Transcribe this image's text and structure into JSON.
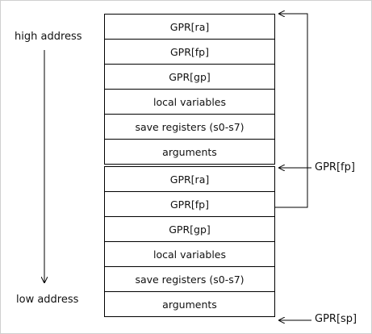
{
  "labels": {
    "high_address": "high address",
    "low_address": "low address",
    "gpr_fp": "GPR[fp]",
    "gpr_sp": "GPR[sp]"
  },
  "stack_top": [
    "GPR[ra]",
    "GPR[fp]",
    "GPR[gp]",
    "local variables",
    "save registers (s0-s7)",
    "arguments"
  ],
  "stack_bottom": [
    "GPR[ra]",
    "GPR[fp]",
    "GPR[gp]",
    "local variables",
    "save registers (s0-s7)",
    "arguments"
  ]
}
